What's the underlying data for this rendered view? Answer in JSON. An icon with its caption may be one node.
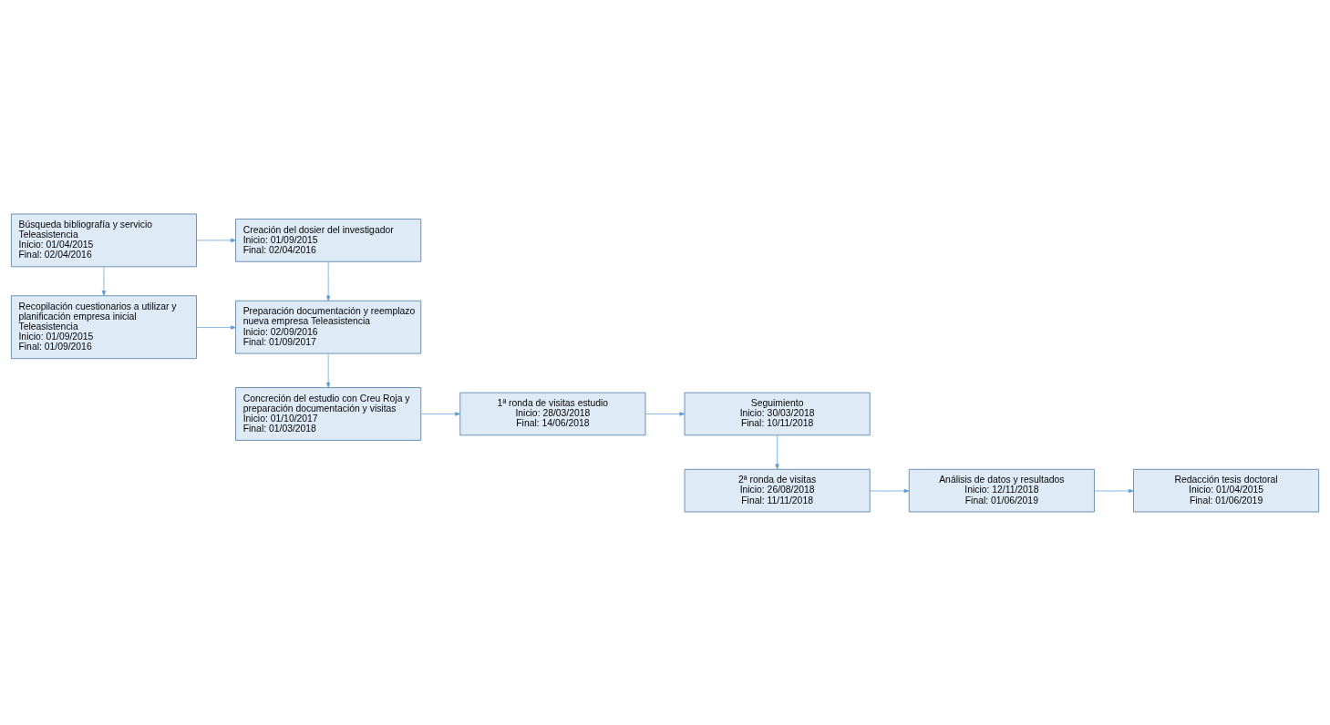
{
  "diagram": {
    "nodes": [
      {
        "text": [
          "Búsqueda bibliografía y servicio Teleasistencia",
          "Inicio: 01/04/2015",
          "Final: 02/04/2016"
        ]
      },
      {
        "text": [
          "Creación del dosier del investigador",
          "Inicio: 01/09/2015",
          "Final: 02/04/2016"
        ]
      },
      {
        "text": [
          "Recopilación cuestionarios a utilizar y planificación empresa inicial Teleasistencia",
          "Inicio: 01/09/2015",
          "Final: 01/09/2016"
        ]
      },
      {
        "text": [
          "Preparación documentación y reemplazo nueva empresa Teleasistencia",
          "Inicio: 02/09/2016",
          "Final: 01/09/2017"
        ]
      },
      {
        "text": [
          "Concreción del estudio con Creu Roja y preparación documentación y visitas",
          "Inicio: 01/10/2017",
          "Final: 01/03/2018"
        ]
      },
      {
        "text": [
          "1ª ronda de visitas estudio",
          "Inicio: 28/03/2018",
          "Final: 14/06/2018"
        ]
      },
      {
        "text": [
          "Seguimiento",
          "Inicio: 30/03/2018",
          "Final: 10/11/2018"
        ]
      },
      {
        "text": [
          "2ª ronda de visitas",
          "Inicio: 26/08/2018",
          "Final: 11/11/2018"
        ]
      },
      {
        "text": [
          "Análisis de datos y resultados",
          "Inicio: 12/11/2018",
          "Final: 01/06/2019"
        ]
      },
      {
        "text": [
          "Redacción tesis doctoral",
          "Inicio: 01/04/2015",
          "Final: 01/06/2019"
        ]
      }
    ],
    "edges": [
      {
        "from": 0,
        "to": 1,
        "arrow": "to"
      },
      {
        "from": 0,
        "to": 2,
        "arrow": "to"
      },
      {
        "from": 1,
        "to": 3,
        "arrow": "to"
      },
      {
        "from": 2,
        "to": 3,
        "arrow": "to"
      },
      {
        "from": 3,
        "to": 4,
        "arrow": "to"
      },
      {
        "from": 4,
        "to": 5,
        "arrow": "to"
      },
      {
        "from": 5,
        "to": 6,
        "arrow": "to"
      },
      {
        "from": 6,
        "to": 7,
        "arrow": "to"
      },
      {
        "from": 7,
        "to": 8,
        "arrow": "to"
      },
      {
        "from": 8,
        "to": 9,
        "arrow": "to"
      }
    ]
  }
}
